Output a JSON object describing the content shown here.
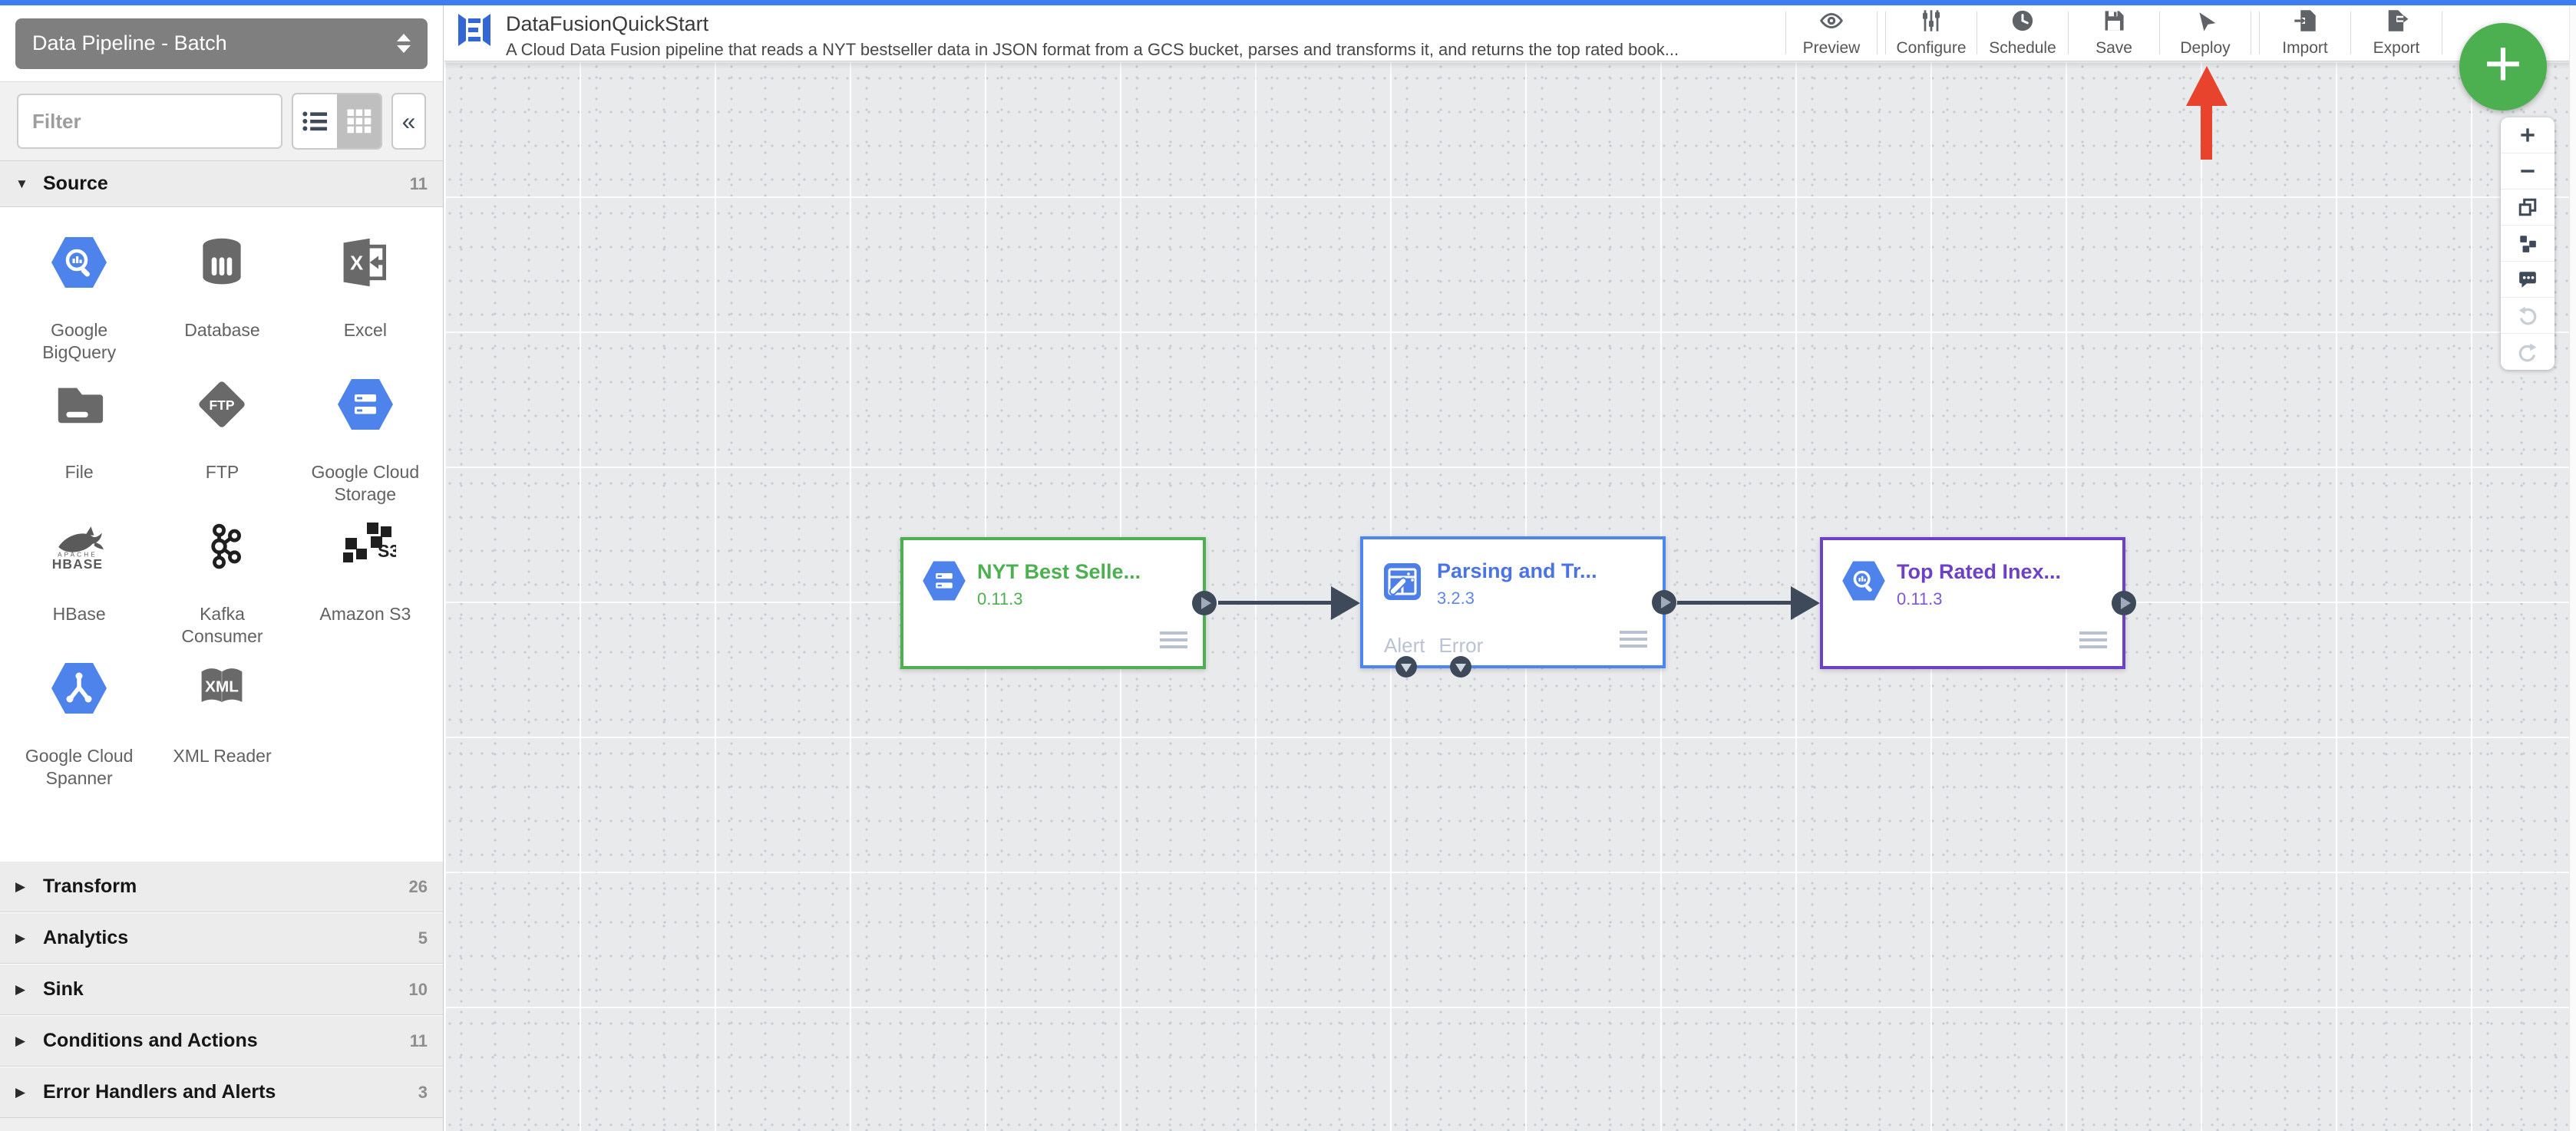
{
  "colors": {
    "topbar_blue": "#3D7DF0",
    "gcp_blue": "#4E83EB",
    "dark_port": "#3E4A59",
    "node_green": "#4CB050",
    "node_blue_border": "#4E86F0",
    "node_blue_text": "#4A73E6",
    "node_purple": "#6C41C6",
    "fab_green": "#4CAF50",
    "annotation_red": "#E8432D"
  },
  "sidebar": {
    "pipeline_type_selector": "Data Pipeline - Batch",
    "filter_placeholder": "Filter",
    "sections": [
      {
        "label": "Source",
        "count": "11",
        "state": "expanded"
      },
      {
        "label": "Transform",
        "count": "26",
        "state": "collapsed"
      },
      {
        "label": "Analytics",
        "count": "5",
        "state": "collapsed"
      },
      {
        "label": "Sink",
        "count": "10",
        "state": "collapsed"
      },
      {
        "label": "Conditions and Actions",
        "count": "11",
        "state": "collapsed"
      },
      {
        "label": "Error Handlers and Alerts",
        "count": "3",
        "state": "collapsed"
      }
    ],
    "source_items": [
      {
        "label": "Google BigQuery",
        "icon": "bigquery-hexagon-icon"
      },
      {
        "label": "Database",
        "icon": "database-cylinder-icon"
      },
      {
        "label": "Excel",
        "icon": "excel-icon",
        "icon_text": "X"
      },
      {
        "label": "File",
        "icon": "folder-icon"
      },
      {
        "label": "FTP",
        "icon": "ftp-diamond-icon",
        "icon_text": "FTP"
      },
      {
        "label": "Google Cloud Storage",
        "icon": "gcs-hexagon-icon"
      },
      {
        "label": "HBase",
        "icon": "hbase-whale-icon",
        "icon_text": "HBASE",
        "icon_subtext": "APACHE"
      },
      {
        "label": "Kafka Consumer",
        "icon": "kafka-icon"
      },
      {
        "label": "Amazon S3",
        "icon": "s3-cubes-icon",
        "icon_text": "S3"
      },
      {
        "label": "Google Cloud Spanner",
        "icon": "spanner-hexagon-icon"
      },
      {
        "label": "XML Reader",
        "icon": "xml-book-icon",
        "icon_text": "XML"
      }
    ]
  },
  "header": {
    "logo_icon": "pipeline-studio-logo",
    "title": "DataFusionQuickStart",
    "description": "A Cloud Data Fusion pipeline that reads a NYT bestseller data in JSON format from a GCS bucket, parses and transforms it, and returns the top rated book...",
    "toolbar": [
      {
        "label": "Preview",
        "icon": "eye-icon"
      },
      {
        "label": "Configure",
        "icon": "sliders-icon"
      },
      {
        "label": "Schedule",
        "icon": "clock-icon"
      },
      {
        "label": "Save",
        "icon": "floppy-icon"
      },
      {
        "label": "Deploy",
        "icon": "paper-plane-icon"
      },
      {
        "label": "Import",
        "icon": "document-import-icon"
      },
      {
        "label": "Export",
        "icon": "document-export-icon"
      }
    ]
  },
  "canvas": {
    "nodes": [
      {
        "name": "NYT Best Selle...",
        "version": "0.11.3",
        "plugin_icon": "gcs-hexagon-icon",
        "accent": "#4CB050"
      },
      {
        "name": "Parsing and Tr...",
        "version": "3.2.3",
        "plugin_icon": "wrangler-icon",
        "accent": "#4E86F0",
        "ports": [
          "Alert",
          "Error"
        ]
      },
      {
        "name": "Top Rated Inex...",
        "version": "0.11.3",
        "plugin_icon": "bigquery-hexagon-icon",
        "accent": "#6C41C6"
      }
    ],
    "fab_label": "+",
    "zoom_controls": [
      "zoom-in",
      "zoom-out",
      "fit-to-screen",
      "align-nodes",
      "comments",
      "undo",
      "redo"
    ],
    "annotation": {
      "arrow_points_at": "Deploy"
    }
  }
}
